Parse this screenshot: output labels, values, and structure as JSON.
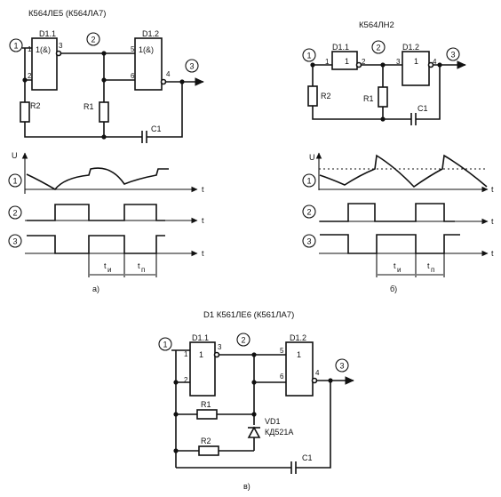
{
  "figure_a": {
    "title": "К564ЛЕ5 (К564ЛА7)",
    "gate1": {
      "ref": "D1.1",
      "func": "1(&)"
    },
    "gate2": {
      "ref": "D1.2",
      "func": "1(&)"
    },
    "pins": {
      "p1": "1",
      "p2": "2",
      "p3": "3",
      "p5": "5",
      "p6": "6",
      "p4": "4"
    },
    "nodes": {
      "n1": "1",
      "n2": "2",
      "n3": "3"
    },
    "components": {
      "r1": "R1",
      "r2": "R2",
      "c1": "C1"
    },
    "axis": {
      "u": "U",
      "t": "t"
    },
    "intervals": {
      "ti": "t",
      "ti_sub": "и",
      "tp": "t",
      "tp_sub": "п"
    },
    "caption": "а)"
  },
  "figure_b": {
    "title": "К564ЛН2",
    "gate1": {
      "ref": "D1.1",
      "func": "1"
    },
    "gate2": {
      "ref": "D1.2",
      "func": "1"
    },
    "pins": {
      "p1": "1",
      "p2": "2",
      "p3": "3",
      "p4": "4"
    },
    "nodes": {
      "n1": "1",
      "n2": "2",
      "n3": "3"
    },
    "components": {
      "r1": "R1",
      "r2": "R2",
      "c1": "C1"
    },
    "axis": {
      "u": "U",
      "t": "t"
    },
    "intervals": {
      "ti": "t",
      "ti_sub": "и",
      "tp": "t",
      "tp_sub": "п"
    },
    "caption": "б)"
  },
  "figure_c": {
    "title": "D1 К561ЛЕ6 (К561ЛА7)",
    "gate1": {
      "ref": "D1.1",
      "func": "1"
    },
    "gate2": {
      "ref": "D1.2",
      "func": "1"
    },
    "pins": {
      "p1": "1",
      "p2": "2",
      "p3": "3",
      "p5": "5",
      "p6": "6",
      "p4": "4"
    },
    "nodes": {
      "n1": "1",
      "n2": "2",
      "n3": "3"
    },
    "components": {
      "r1": "R1",
      "r2": "R2",
      "c1": "C1",
      "vd1": "VD1",
      "vd1_type": "КД521А"
    },
    "caption": "в)"
  }
}
